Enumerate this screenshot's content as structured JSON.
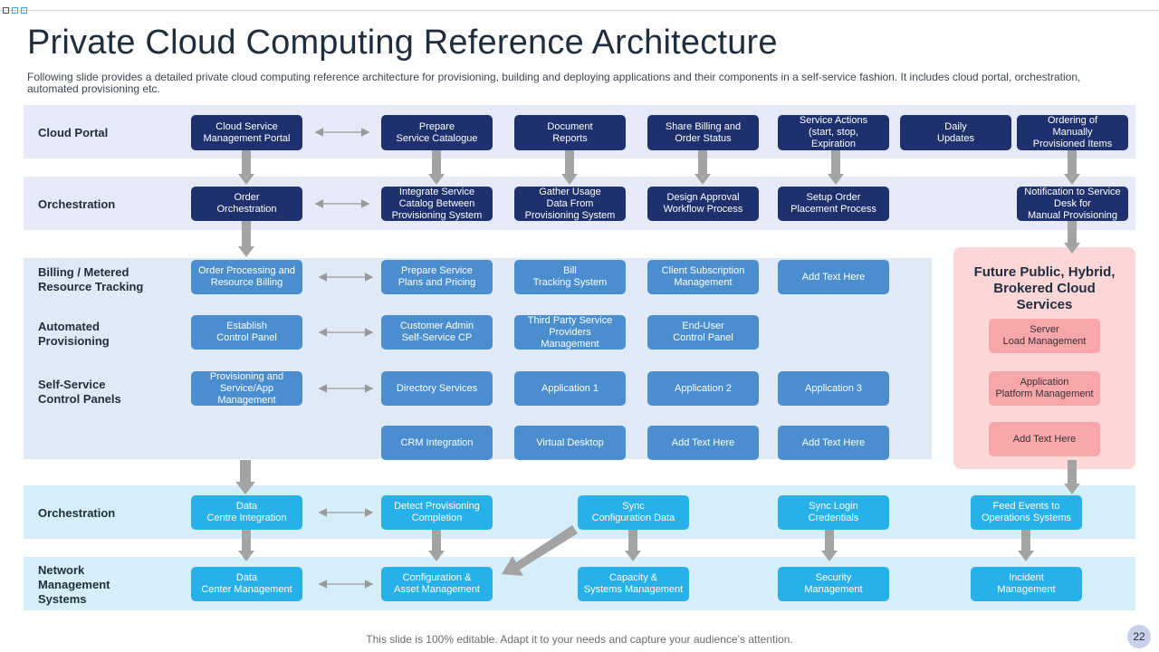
{
  "title": "Private Cloud Computing Reference Architecture",
  "subtitle": "Following slide provides a detailed private cloud computing reference architecture for provisioning, building and deploying applications and their components in a self-service fashion. It includes cloud portal, orchestration, automated provisioning etc.",
  "rows": {
    "cloud_portal": "Cloud Portal",
    "orchestration_1": "Orchestration",
    "billing": "Billing / Metered\nResource Tracking",
    "automated": "Automated\nProvisioning",
    "self_service": "Self-Service\nControl Panels",
    "orchestration_2": "Orchestration",
    "network": "Network\nManagement\nSystems"
  },
  "cloud_portal": [
    "Cloud Service\nManagement Portal",
    "Prepare\nService Catalogue",
    "Document\nReports",
    "Share Billing and\nOrder Status",
    "Service Actions\n(start, stop,\nExpiration",
    "Daily\nUpdates",
    "Ordering of\nManually\nProvisioned Items"
  ],
  "orchestration_1": [
    "Order\nOrchestration",
    "Integrate Service\nCatalog Between\nProvisioning System",
    "Gather Usage\nData From\nProvisioning System",
    "Design Approval\nWorkflow Process",
    "Setup Order\nPlacement Process",
    "Notification to Service\nDesk for\nManual Provisioning"
  ],
  "billing": [
    "Order Processing and\nResource Billing",
    "Prepare Service\nPlans and Pricing",
    "Bill\nTracking System",
    "Client Subscription\nManagement",
    "Add Text Here"
  ],
  "automated": [
    "Establish\nControl Panel",
    "Customer Admin\nSelf-Service CP",
    "Third Party Service\nProviders\nManagement",
    "End-User\nControl Panel"
  ],
  "self_service": [
    "Provisioning and\nService/App\nManagement",
    "Directory Services",
    "Application 1",
    "Application 2",
    "Application 3"
  ],
  "extra_row": [
    "CRM  Integration",
    "Virtual Desktop",
    "Add Text Here",
    "Add Text Here"
  ],
  "future": {
    "title": "Future Public, Hybrid,\nBrokered Cloud\nServices",
    "items": [
      "Server\nLoad Management",
      "Application\nPlatform Management",
      "Add Text Here"
    ]
  },
  "orchestration_2": [
    "Data\nCentre Integration",
    "Detect Provisioning\nCompletion",
    "Sync\nConfiguration Data",
    "Sync  Login\nCredentials",
    "Feed Events to\nOperations Systems"
  ],
  "network": [
    "Data\nCenter Management",
    "Configuration &\nAsset Management",
    "Capacity &\nSystems Management",
    "Security\nManagement",
    "Incident\nManagement"
  ],
  "footer": "This slide is 100% editable. Adapt it to your needs and capture your audience’s attention.",
  "page_number": "22",
  "colors": {
    "navy": "#1e306e",
    "mid_blue": "#4a8ed0",
    "bright_blue": "#27b1ea",
    "pink": "#f7a7a9",
    "band_light": "#e6e9f7",
    "band_blue": "#dfeaf6",
    "band_cyan": "#d6eef9"
  }
}
